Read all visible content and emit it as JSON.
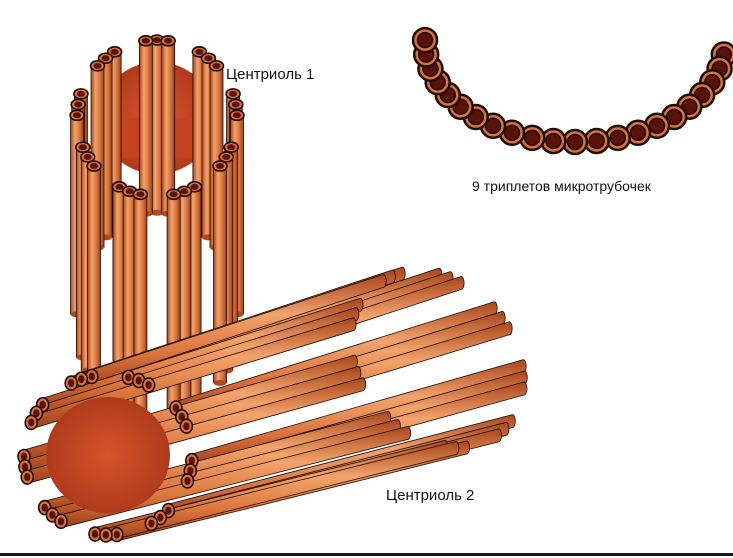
{
  "labels": {
    "centriole_1": "Центриоль 1",
    "centriole_2": "Центриоль 2",
    "triplets": "9 триплетов микротрубочек"
  },
  "colors": {
    "tube_body": "#d9733a",
    "tube_light": "#f6b079",
    "tube_dark": "#b04a1c",
    "tube_inner": "#c9451e",
    "tube_rim": "#1e0c06",
    "tube_hole": "#5a1208",
    "linker": "#111111",
    "background": "#ffffff"
  },
  "structure": {
    "triplet_count": 9,
    "tubules_per_triplet": 3
  }
}
